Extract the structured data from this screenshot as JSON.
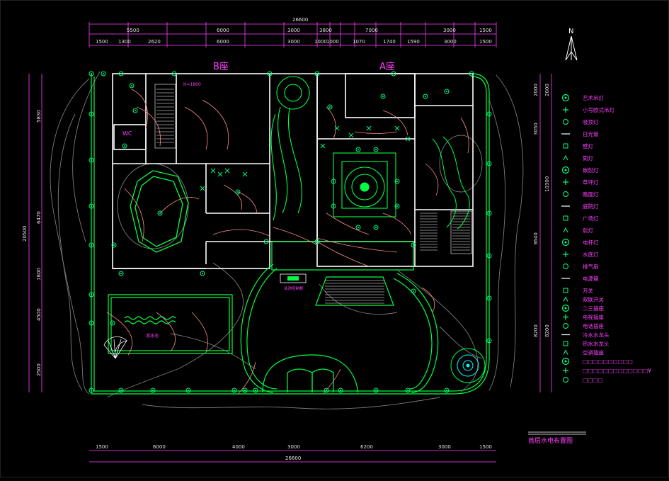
{
  "title": "首层水电布置图",
  "compass": {
    "label": "N"
  },
  "blocks": {
    "b": "B座",
    "a": "A座"
  },
  "dims": {
    "top_total": "26600",
    "top_row1": [
      "5500",
      "6000",
      "3000",
      "3800",
      "7000",
      "3000",
      "1500"
    ],
    "top_row2": [
      "1500",
      "1300",
      "2620",
      "6000",
      "3000",
      "1000",
      "1000",
      "1070",
      "1740",
      "1590",
      "3000",
      "1500"
    ],
    "bottom_row": [
      "1500",
      "6000",
      "4000",
      "3000",
      "6200",
      "3000",
      "1500"
    ],
    "bottom_total": "26600",
    "left_total": "20500",
    "left_parts": [
      "5830",
      "6470",
      "1800",
      "4500",
      "2500"
    ],
    "right_a": [
      "2000",
      "3050",
      "3640",
      "8200"
    ],
    "right_b": [
      "2000",
      "10300",
      "8200"
    ]
  },
  "room_labels": {
    "wc": "WC",
    "h1800": "H=1800",
    "mid_pool_label": "泳池控制柜",
    "pool": "游泳池"
  },
  "legend": [
    {
      "icon": "chandelier-icon",
      "label": "艺术吊灯"
    },
    {
      "icon": "small-chandelier-icon",
      "label": "小号欧式吊灯"
    },
    {
      "icon": "ceiling-lamp-icon",
      "label": "吸顶灯"
    },
    {
      "icon": "fluorescent-icon",
      "label": "日光管"
    },
    {
      "icon": "wall-lamp-icon",
      "label": "壁灯"
    },
    {
      "icon": "spot-lamp-icon",
      "label": "筒灯"
    },
    {
      "icon": "downlight-icon",
      "label": "嵌射灯"
    },
    {
      "icon": "lawn-lamp-icon",
      "label": "草坪灯"
    },
    {
      "icon": "road-lamp-icon",
      "label": "路面灯"
    },
    {
      "icon": "garden-lamp-icon",
      "label": "庭院灯"
    },
    {
      "icon": "plaza-lamp-icon",
      "label": "广场灯"
    },
    {
      "icon": "projector-lamp-icon",
      "label": "射灯"
    },
    {
      "icon": "pole-lamp-icon",
      "label": "电杆灯"
    },
    {
      "icon": "underwater-lamp-icon",
      "label": "水底灯"
    },
    {
      "icon": "exhaust-fan-icon",
      "label": "排气扇"
    },
    {
      "icon": "panel-box-icon",
      "label": "电源箱"
    },
    {
      "icon": "switch-icon",
      "label": "开关"
    },
    {
      "icon": "dual-switch-icon",
      "label": "双联开关"
    },
    {
      "icon": "socket-2-3-icon",
      "label": "二三插座"
    },
    {
      "icon": "socket-tv-icon",
      "label": "电视插座"
    },
    {
      "icon": "socket-phone-icon",
      "label": "电话插座"
    },
    {
      "icon": "cold-water-icon",
      "label": "冷水水龙头"
    },
    {
      "icon": "hot-water-icon",
      "label": "热水水龙头"
    },
    {
      "icon": "ac-socket-icon",
      "label": "空调插座"
    },
    {
      "icon": "note-line-icon",
      "label": "□□□□□□□□□□"
    },
    {
      "icon": "note-line2-icon",
      "label": "□□□□□□□□□□□□□¥"
    },
    {
      "icon": "box-icon",
      "label": "□□□□"
    }
  ],
  "colors": {
    "wall": "#ffffff",
    "structure": "#00ff40",
    "wire": "#ff9090",
    "lamp": "#00ff80",
    "text": "#ff40ff",
    "landscape": "#808080",
    "dim_line": "#ff40ff",
    "cyan": "#00ffff"
  }
}
